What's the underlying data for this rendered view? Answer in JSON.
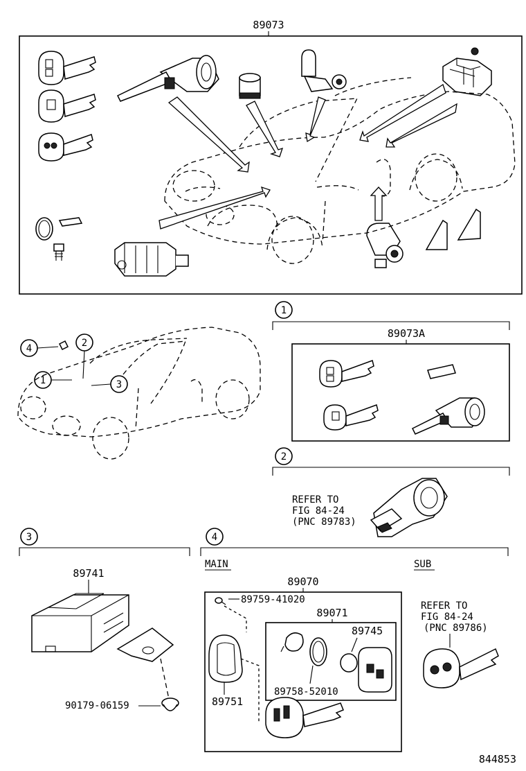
{
  "top": {
    "assembly_number": "89073"
  },
  "callouts": [
    "1",
    "2",
    "3",
    "4"
  ],
  "section1": {
    "marker": "1",
    "assembly_number": "89073A"
  },
  "section2": {
    "marker": "2",
    "refer_lines": [
      "REFER TO",
      "FIG 84-24",
      "(PNC 89783)"
    ]
  },
  "section3": {
    "marker": "3",
    "unit_number": "89741",
    "screw_number": "90179-06159"
  },
  "section4": {
    "marker": "4",
    "main_label": "MAIN",
    "sub_label": "SUB",
    "key_set_number": "89070",
    "screw_number": "89759-41020",
    "transmitter_number": "89071",
    "battery_number": "89745",
    "oring_number": "89758-52010",
    "case_number": "89751",
    "sub_refer_lines": [
      "REFER TO",
      "FIG 84-24",
      "(PNC 89786)"
    ]
  },
  "diagram_id": "844853"
}
